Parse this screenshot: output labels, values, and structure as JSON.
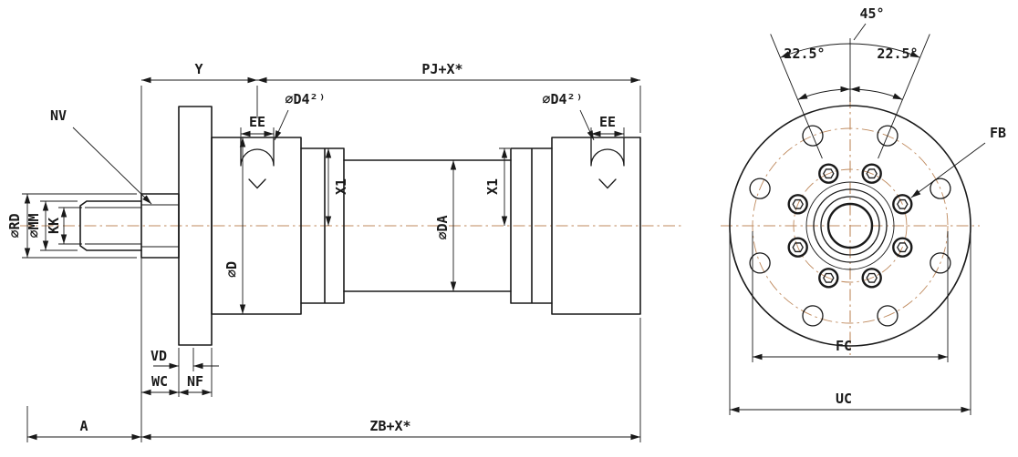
{
  "colors": {
    "line": "#1a1a1a",
    "centerline": "#bf8a5e",
    "background": "#ffffff"
  },
  "side_view": {
    "labels": {
      "nv": "NV",
      "rd": "∅RD",
      "mm": "∅MM",
      "kk": "KK",
      "y": "Y",
      "pj": "PJ+X*",
      "d4_left": "∅D4²⁾",
      "ee_left": "EE",
      "x1_left": "X1",
      "d4_right": "∅D4²⁾",
      "ee_right": "EE",
      "x1_right": "X1",
      "d": "∅D",
      "da": "∅DA",
      "vd": "VD",
      "wc": "WC",
      "nf": "NF",
      "a": "A",
      "zb": "ZB+X*"
    }
  },
  "front_view": {
    "labels": {
      "angle_full": "45°",
      "angle_left": "22.5°",
      "angle_right": "22.5°",
      "fb": "FB",
      "fc": "FC",
      "uc": "UC"
    }
  }
}
